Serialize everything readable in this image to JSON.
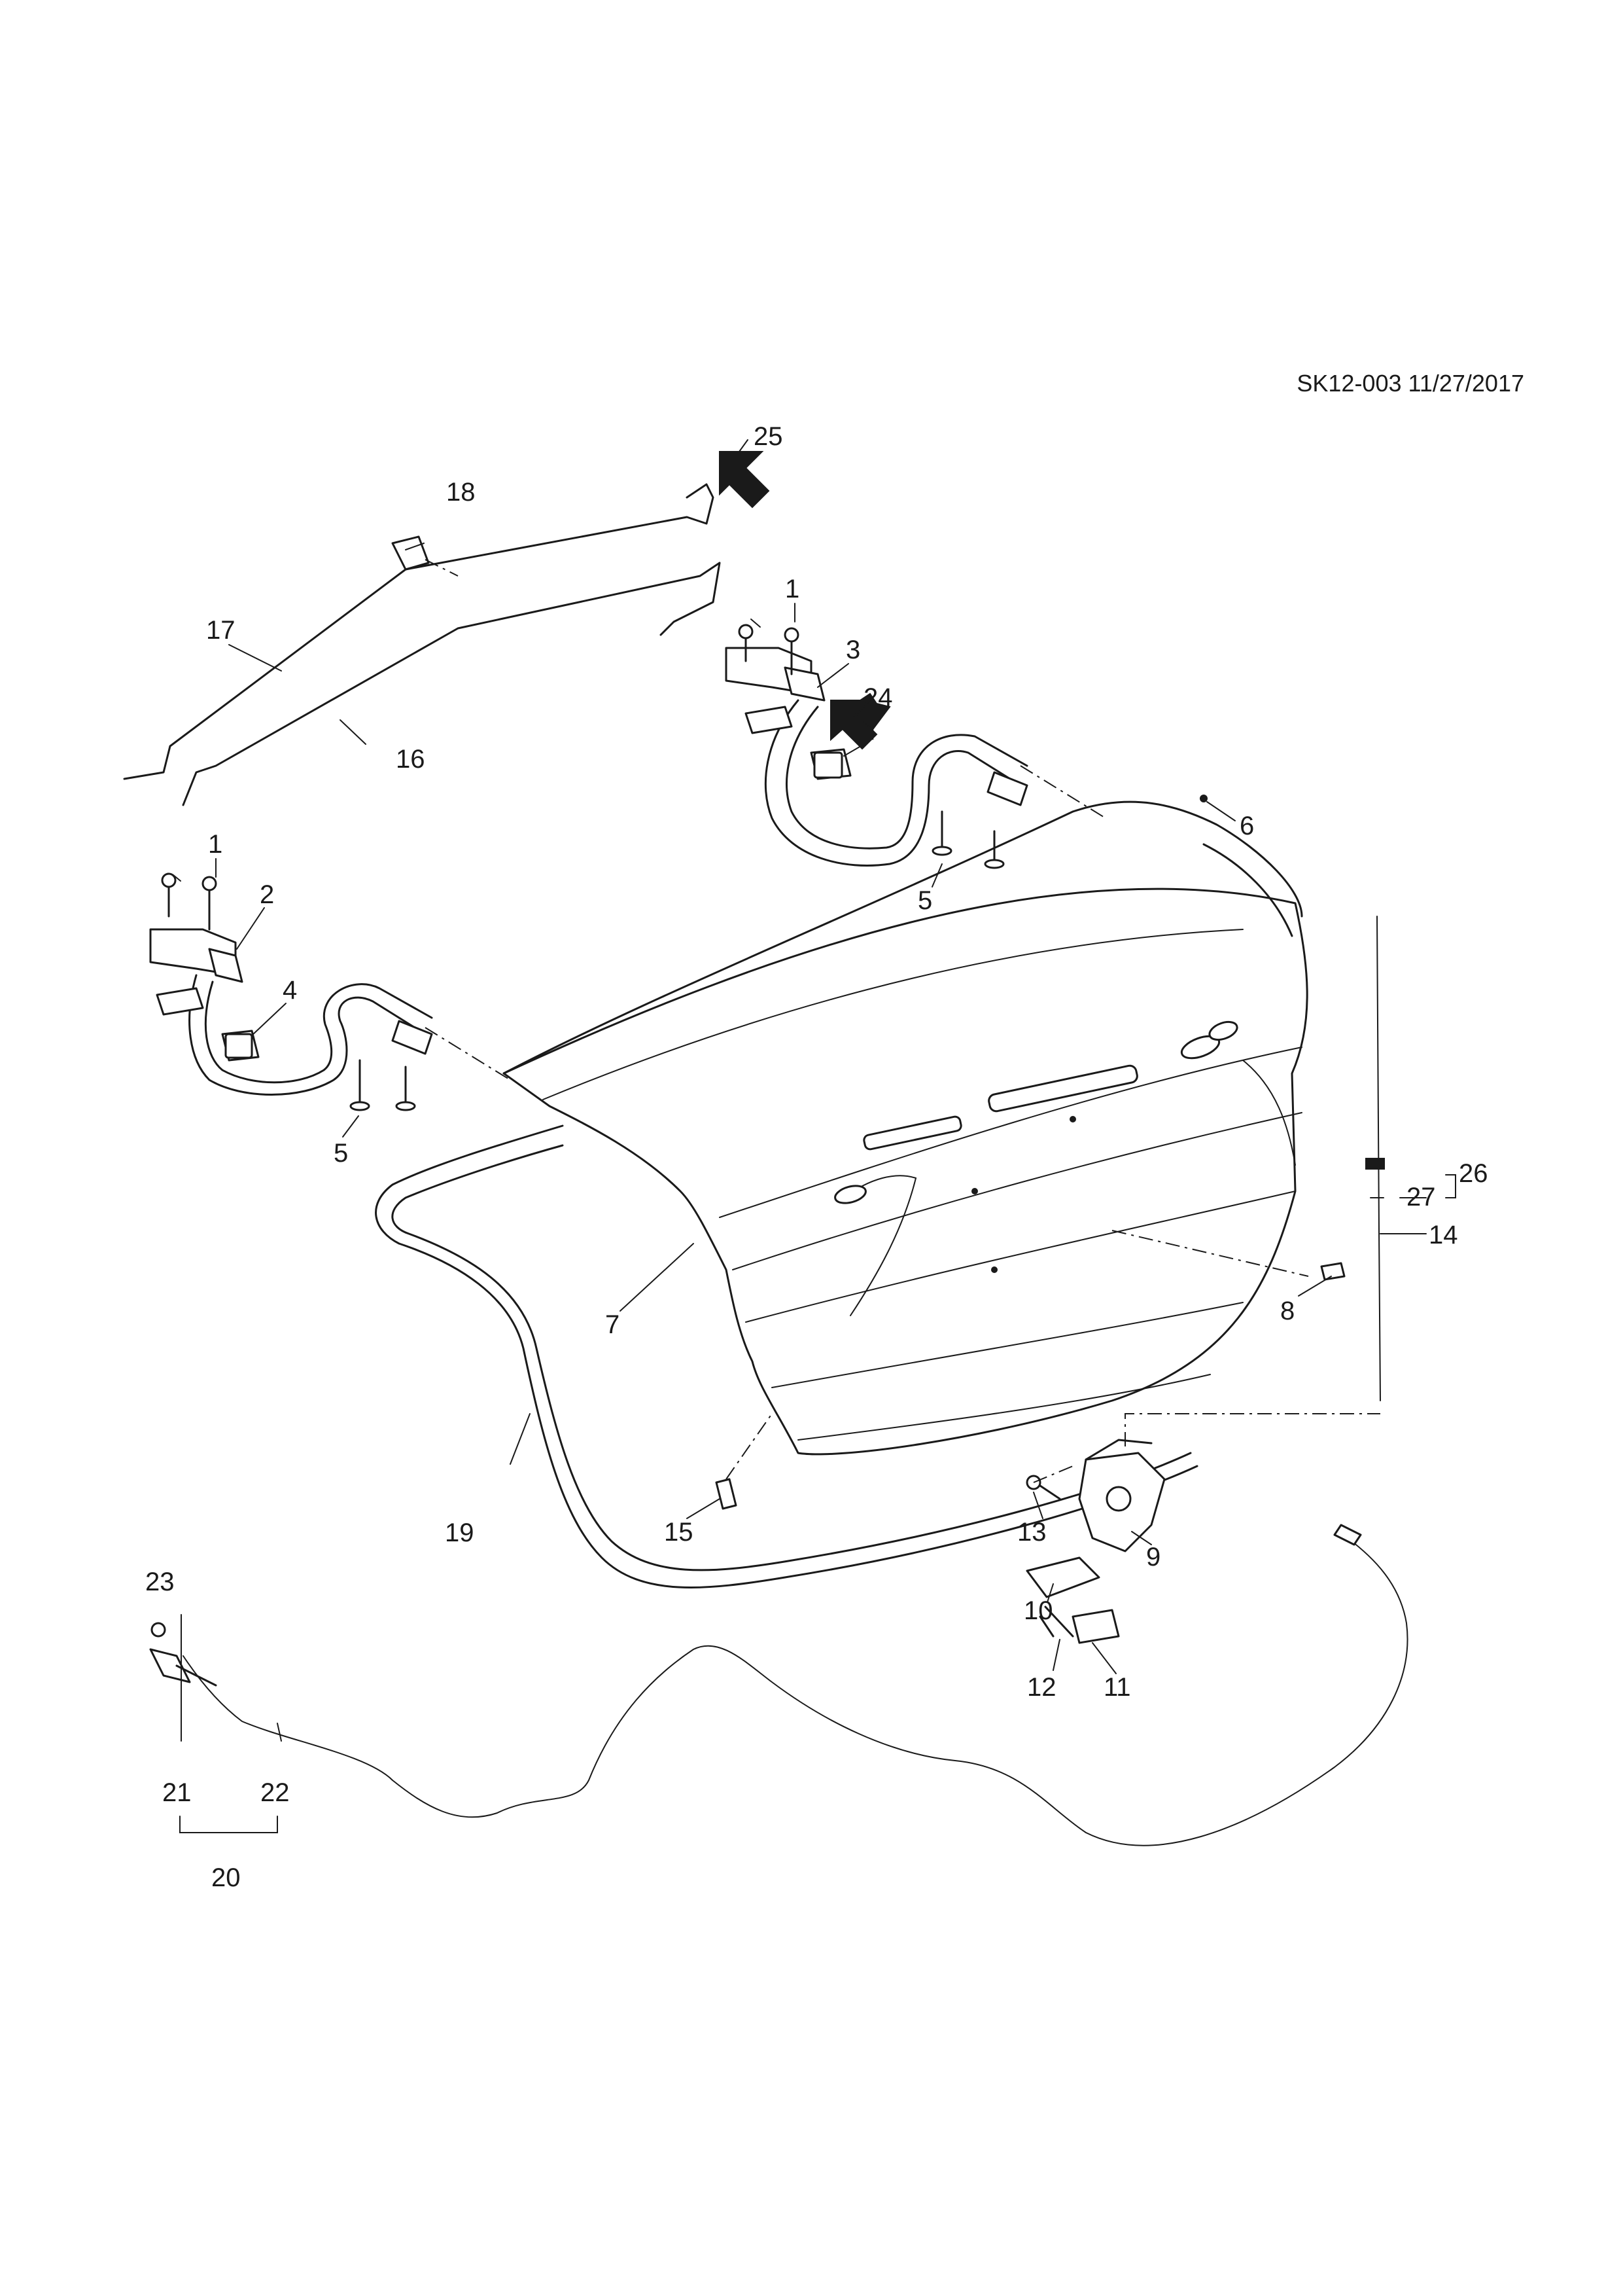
{
  "document_id": "SK12-003 11/27/2017",
  "callouts": [
    "1",
    "1",
    "2",
    "3",
    "4",
    "4",
    "5",
    "5",
    "6",
    "7",
    "8",
    "9",
    "10",
    "11",
    "12",
    "13",
    "14",
    "15",
    "16",
    "17",
    "18",
    "19",
    "20",
    "21",
    "22",
    "23",
    "24",
    "25",
    "26",
    "27"
  ],
  "colors": {
    "line": "#1a1a1a",
    "paper": "#ffffff"
  }
}
